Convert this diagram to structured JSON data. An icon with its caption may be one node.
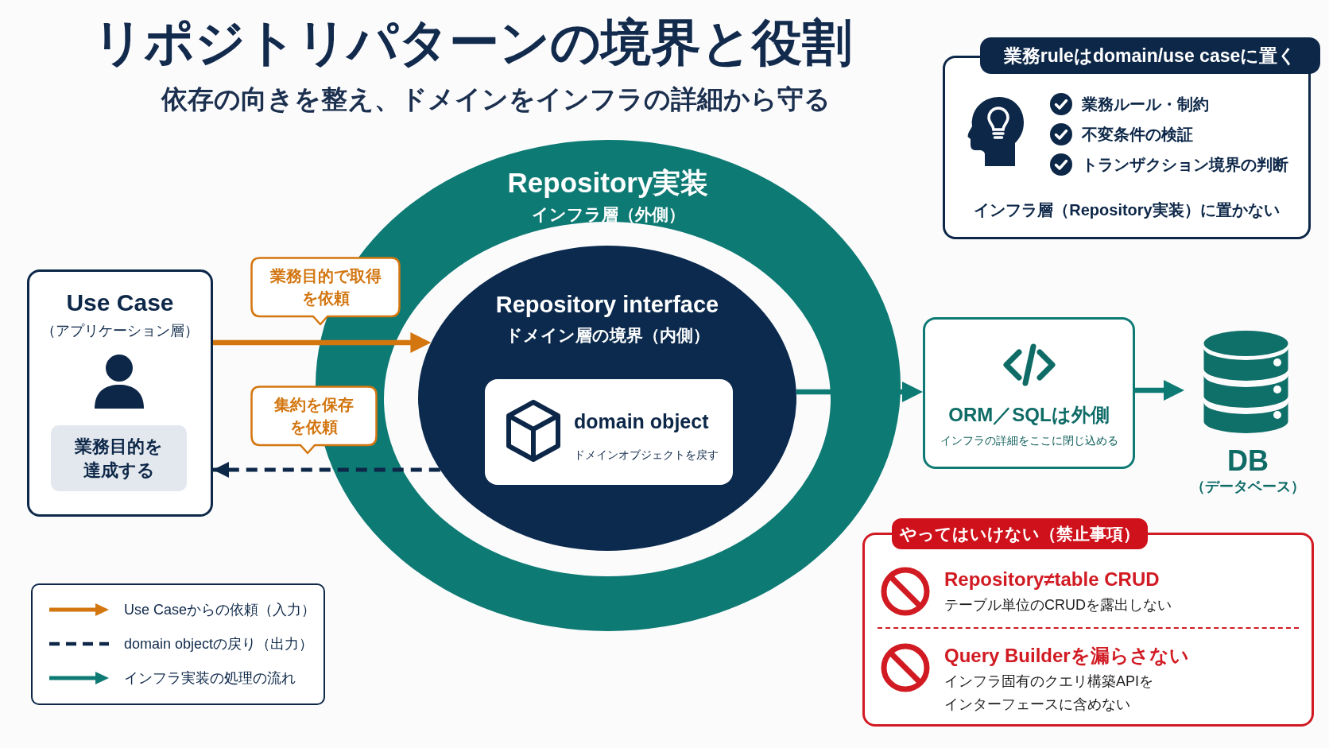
{
  "diagram": {
    "title": "リポジトリパターンの境界と役割",
    "nodes": [
      {
        "text": [
          "Use Case",
          "（アプリケーション層）"
        ]
      },
      {
        "text": [
          "業務目的を達成する"
        ],
        "in": 0
      },
      {
        "text": [
          "Repository実装",
          "インフラ層（外側）"
        ]
      },
      {
        "text": [
          "Repository interface",
          "ドメイン層の境界（内側）"
        ],
        "in": 2
      },
      {
        "text": [
          "domain object",
          "ドメインオブジェクトを戻す"
        ],
        "in": 3
      },
      {
        "text": [
          "業務ruleはdomain/use caseに置く",
          "業務ルール・制約",
          "不変条件の検証",
          "トランザクション境界の判断",
          "インフラ層（Repository実装）に置かない"
        ]
      },
      {
        "text": [
          "ORM／SQLは外側",
          "インフラの詳細をここに閉じ込める"
        ]
      },
      {
        "text": [
          "DB",
          "（データベース）"
        ]
      },
      {
        "text": [
          "やってはいけない（禁止事項）",
          "Repository≠table CRUD",
          "テーブル単位のCRUDを露出しない",
          "Query Builderを漏らさない",
          "インフラ固有のクエリ構築APIをインターフェースに含めない"
        ]
      }
    ],
    "edges": [
      {
        "from": 0,
        "to": 3,
        "arrow": "to",
        "label": "業務目的で取得を依頼",
        "color": "#d4760f"
      },
      {
        "from": 3,
        "to": 0,
        "arrow": "to",
        "label": "集約を保存を依頼",
        "style": "dashed",
        "color": "#0d2748"
      },
      {
        "from": 3,
        "to": 6,
        "arrow": "to"
      },
      {
        "from": 6,
        "to": 7,
        "arrow": "to"
      }
    ],
    "labels": [
      "依存の向きを整え、ドメインをインフラの詳細から守る"
    ],
    "legend": [
      {
        "text": "Use Caseからの依頼（入力）"
      },
      {
        "text": "domain objectの戻り（出力）"
      },
      {
        "text": "インフラ実装の処理の流れ"
      }
    ]
  }
}
